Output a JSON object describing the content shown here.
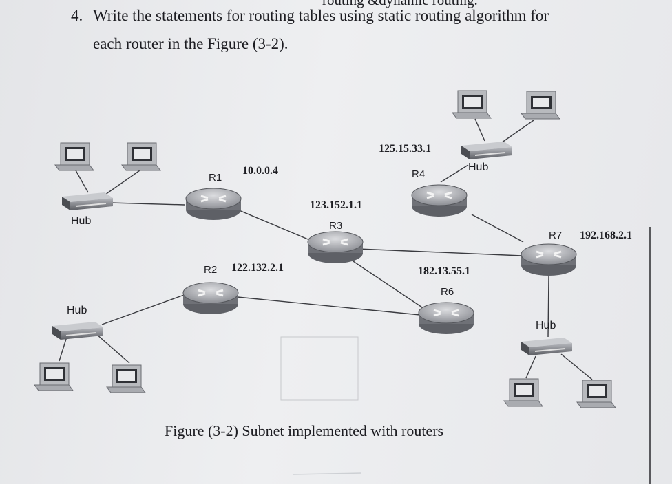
{
  "header": {
    "top_cut_text": "routing &dynamic routing.",
    "question_number": "4.",
    "question_line1": "Write the statements for routing tables using static routing algorithm for",
    "question_line2": "each router in the Figure (3-2)."
  },
  "diagram": {
    "routers": [
      {
        "id": "R1",
        "label": "R1",
        "ip": "10.0.0.4"
      },
      {
        "id": "R2",
        "label": "R2",
        "ip": "122.132.2.1"
      },
      {
        "id": "R3",
        "label": "R3",
        "ip": "123.152.1.1"
      },
      {
        "id": "R4",
        "label": "R4",
        "ip": "125.15.33.1"
      },
      {
        "id": "R6",
        "label": "R6",
        "ip": "182.13.55.1"
      },
      {
        "id": "R7",
        "label": "R7",
        "ip": "192.168.2.1"
      }
    ],
    "hubs": [
      {
        "id": "hub-left-top",
        "label": "Hub"
      },
      {
        "id": "hub-left-bottom",
        "label": "Hub"
      },
      {
        "id": "hub-r4",
        "label": "Hub"
      },
      {
        "id": "hub-r7",
        "label": "Hub"
      }
    ],
    "caption": "Figure (3-2) Subnet implemented with routers"
  },
  "colors": {
    "paper": "#eaebee",
    "ink": "#1d1d22",
    "line": "#3a3b40"
  }
}
